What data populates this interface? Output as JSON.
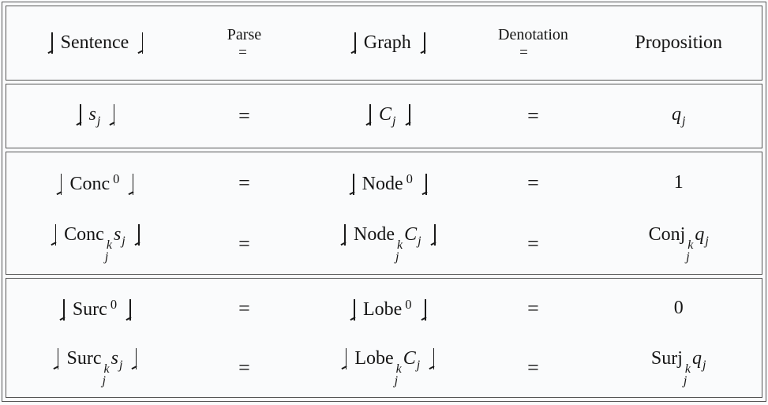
{
  "colors": {
    "background": "#fafbfc",
    "border": "#565656",
    "text": "#151515"
  },
  "icons": {
    "bracket": "drop-corner-bracket"
  },
  "header": {
    "sentence_label": "Sentence",
    "parse_label": "Parse",
    "parse_equals": "=",
    "graph_label": "Graph",
    "denotation_label": "Denotation",
    "denotation_equals": "=",
    "proposition_label": "Proposition"
  },
  "rows": {
    "s": {
      "sent_var": "s",
      "sent_sub": "j",
      "eq1": "=",
      "graph_var": "C",
      "graph_sub": "j",
      "eq2": "=",
      "prop_var": "q",
      "prop_sub": "j"
    },
    "conc0": {
      "op": "Conc",
      "sup": "0",
      "eq1": "=",
      "graph_op": "Node",
      "graph_sup": "0",
      "eq2": "=",
      "prop_value": "1"
    },
    "conck": {
      "op": "Conc",
      "sup": "k",
      "sub": "j",
      "arg": "s",
      "arg_sub": "j",
      "eq1": "=",
      "graph_op": "Node",
      "graph_sup": "k",
      "graph_sub": "j",
      "graph_arg": "C",
      "graph_arg_sub": "j",
      "eq2": "=",
      "prop_op": "Conj",
      "prop_sup": "k",
      "prop_sub": "j",
      "prop_arg": "q",
      "prop_arg_sub": "j"
    },
    "surc0": {
      "op": "Surc",
      "sup": "0",
      "eq1": "=",
      "graph_op": "Lobe",
      "graph_sup": "0",
      "eq2": "=",
      "prop_value": "0"
    },
    "surck": {
      "op": "Surc",
      "sup": "k",
      "sub": "j",
      "arg": "s",
      "arg_sub": "j",
      "eq1": "=",
      "graph_op": "Lobe",
      "graph_sup": "k",
      "graph_sub": "j",
      "graph_arg": "C",
      "graph_arg_sub": "j",
      "eq2": "=",
      "prop_op": "Surj",
      "prop_sup": "k",
      "prop_sub": "j",
      "prop_arg": "q",
      "prop_arg_sub": "j"
    }
  }
}
